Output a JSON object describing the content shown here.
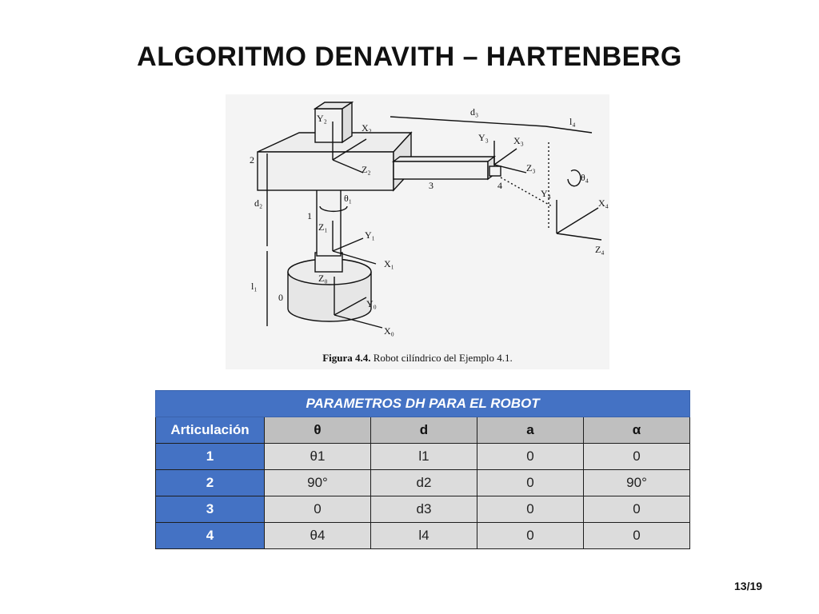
{
  "title": "ALGORITMO DENAVITH – HARTENBERG",
  "figure": {
    "caption_bold": "Figura 4.4.",
    "caption_rest": " Robot cilíndrico del Ejemplo 4.1.",
    "labels": {
      "d3": "d₃",
      "l4": "l₄",
      "d2": "d₂",
      "l1": "l₁",
      "y2": "Y₂",
      "x2": "X₂",
      "z2": "Z₂",
      "y3": "Y₃",
      "x3": "X₃",
      "z3": "Z₃",
      "y4": "Y₄",
      "x4": "X₄",
      "z4": "Z₄",
      "z1": "Z₁",
      "y1": "Y₁",
      "x1": "X₁",
      "z0": "Z₀",
      "y0": "Y₀",
      "x0": "X₀",
      "theta1": "θ₁",
      "theta4": "θ₄",
      "link0": "0",
      "link1": "1",
      "link2": "2",
      "link3": "3",
      "link4": "4"
    }
  },
  "table": {
    "caption": "PARAMETROS DH PARA EL ROBOT",
    "headers": [
      "Articulación",
      "θ",
      "d",
      "a",
      "α"
    ],
    "rows": [
      [
        "1",
        "θ1",
        "l1",
        "0",
        "0"
      ],
      [
        "2",
        "90°",
        "d2",
        "0",
        "90°"
      ],
      [
        "3",
        "0",
        "d3",
        "0",
        "0"
      ],
      [
        "4",
        "θ4",
        "l4",
        "0",
        "0"
      ]
    ]
  },
  "page_number": "13/19"
}
